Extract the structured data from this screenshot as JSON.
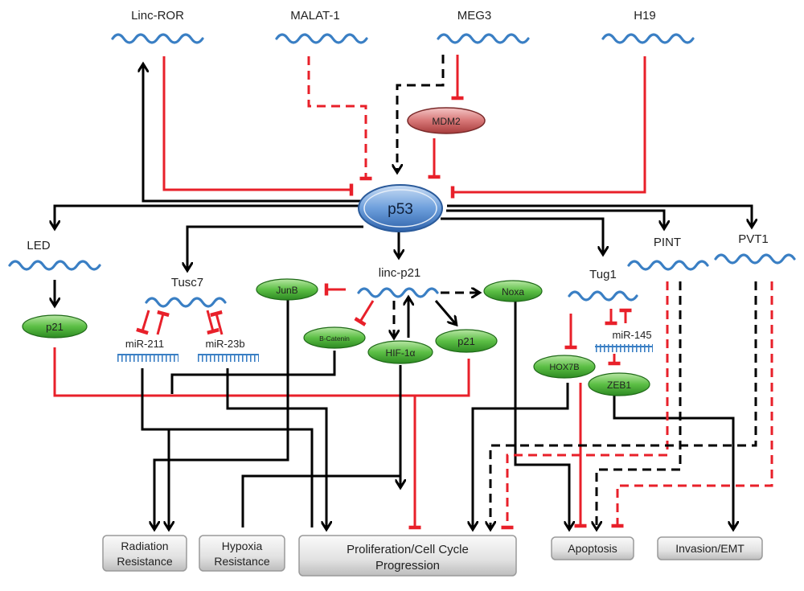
{
  "colors": {
    "inhibit": "#e8202a",
    "activate": "#000000",
    "rna": "#3a7fc4",
    "node_green": "#4fae3a",
    "node_blue": "#5b8fd0",
    "node_red": "#d06868",
    "box": "#d9d9d9"
  },
  "lncrnas": {
    "linc_ror": "Linc-ROR",
    "malat1": "MALAT-1",
    "meg3": "MEG3",
    "h19": "H19",
    "led": "LED",
    "tusc7": "Tusc7",
    "linc_p21": "linc-p21",
    "tug1": "Tug1",
    "pint": "PINT",
    "pvt1": "PVT1"
  },
  "mirnas": {
    "mir211": "miR-211",
    "mir23b": "miR-23b",
    "mir145": "miR-145"
  },
  "proteins": {
    "p53": "p53",
    "mdm2": "MDM2",
    "p21_left": "p21",
    "junb": "JunB",
    "bcatenin": "B-Catenin",
    "hif1a": "HIF-1α",
    "p21_mid": "p21",
    "noxa": "Noxa",
    "hox7b": "HOX7B",
    "zeb1": "ZEB1"
  },
  "outcomes": {
    "radiation_line1": "Radiation",
    "radiation_line2": "Resistance",
    "hypoxia_line1": "Hypoxia",
    "hypoxia_line2": "Resistance",
    "prolif_line1": "Proliferation/Cell Cycle",
    "prolif_line2": "Progression",
    "apoptosis": "Apoptosis",
    "invasion": "Invasion/EMT"
  }
}
